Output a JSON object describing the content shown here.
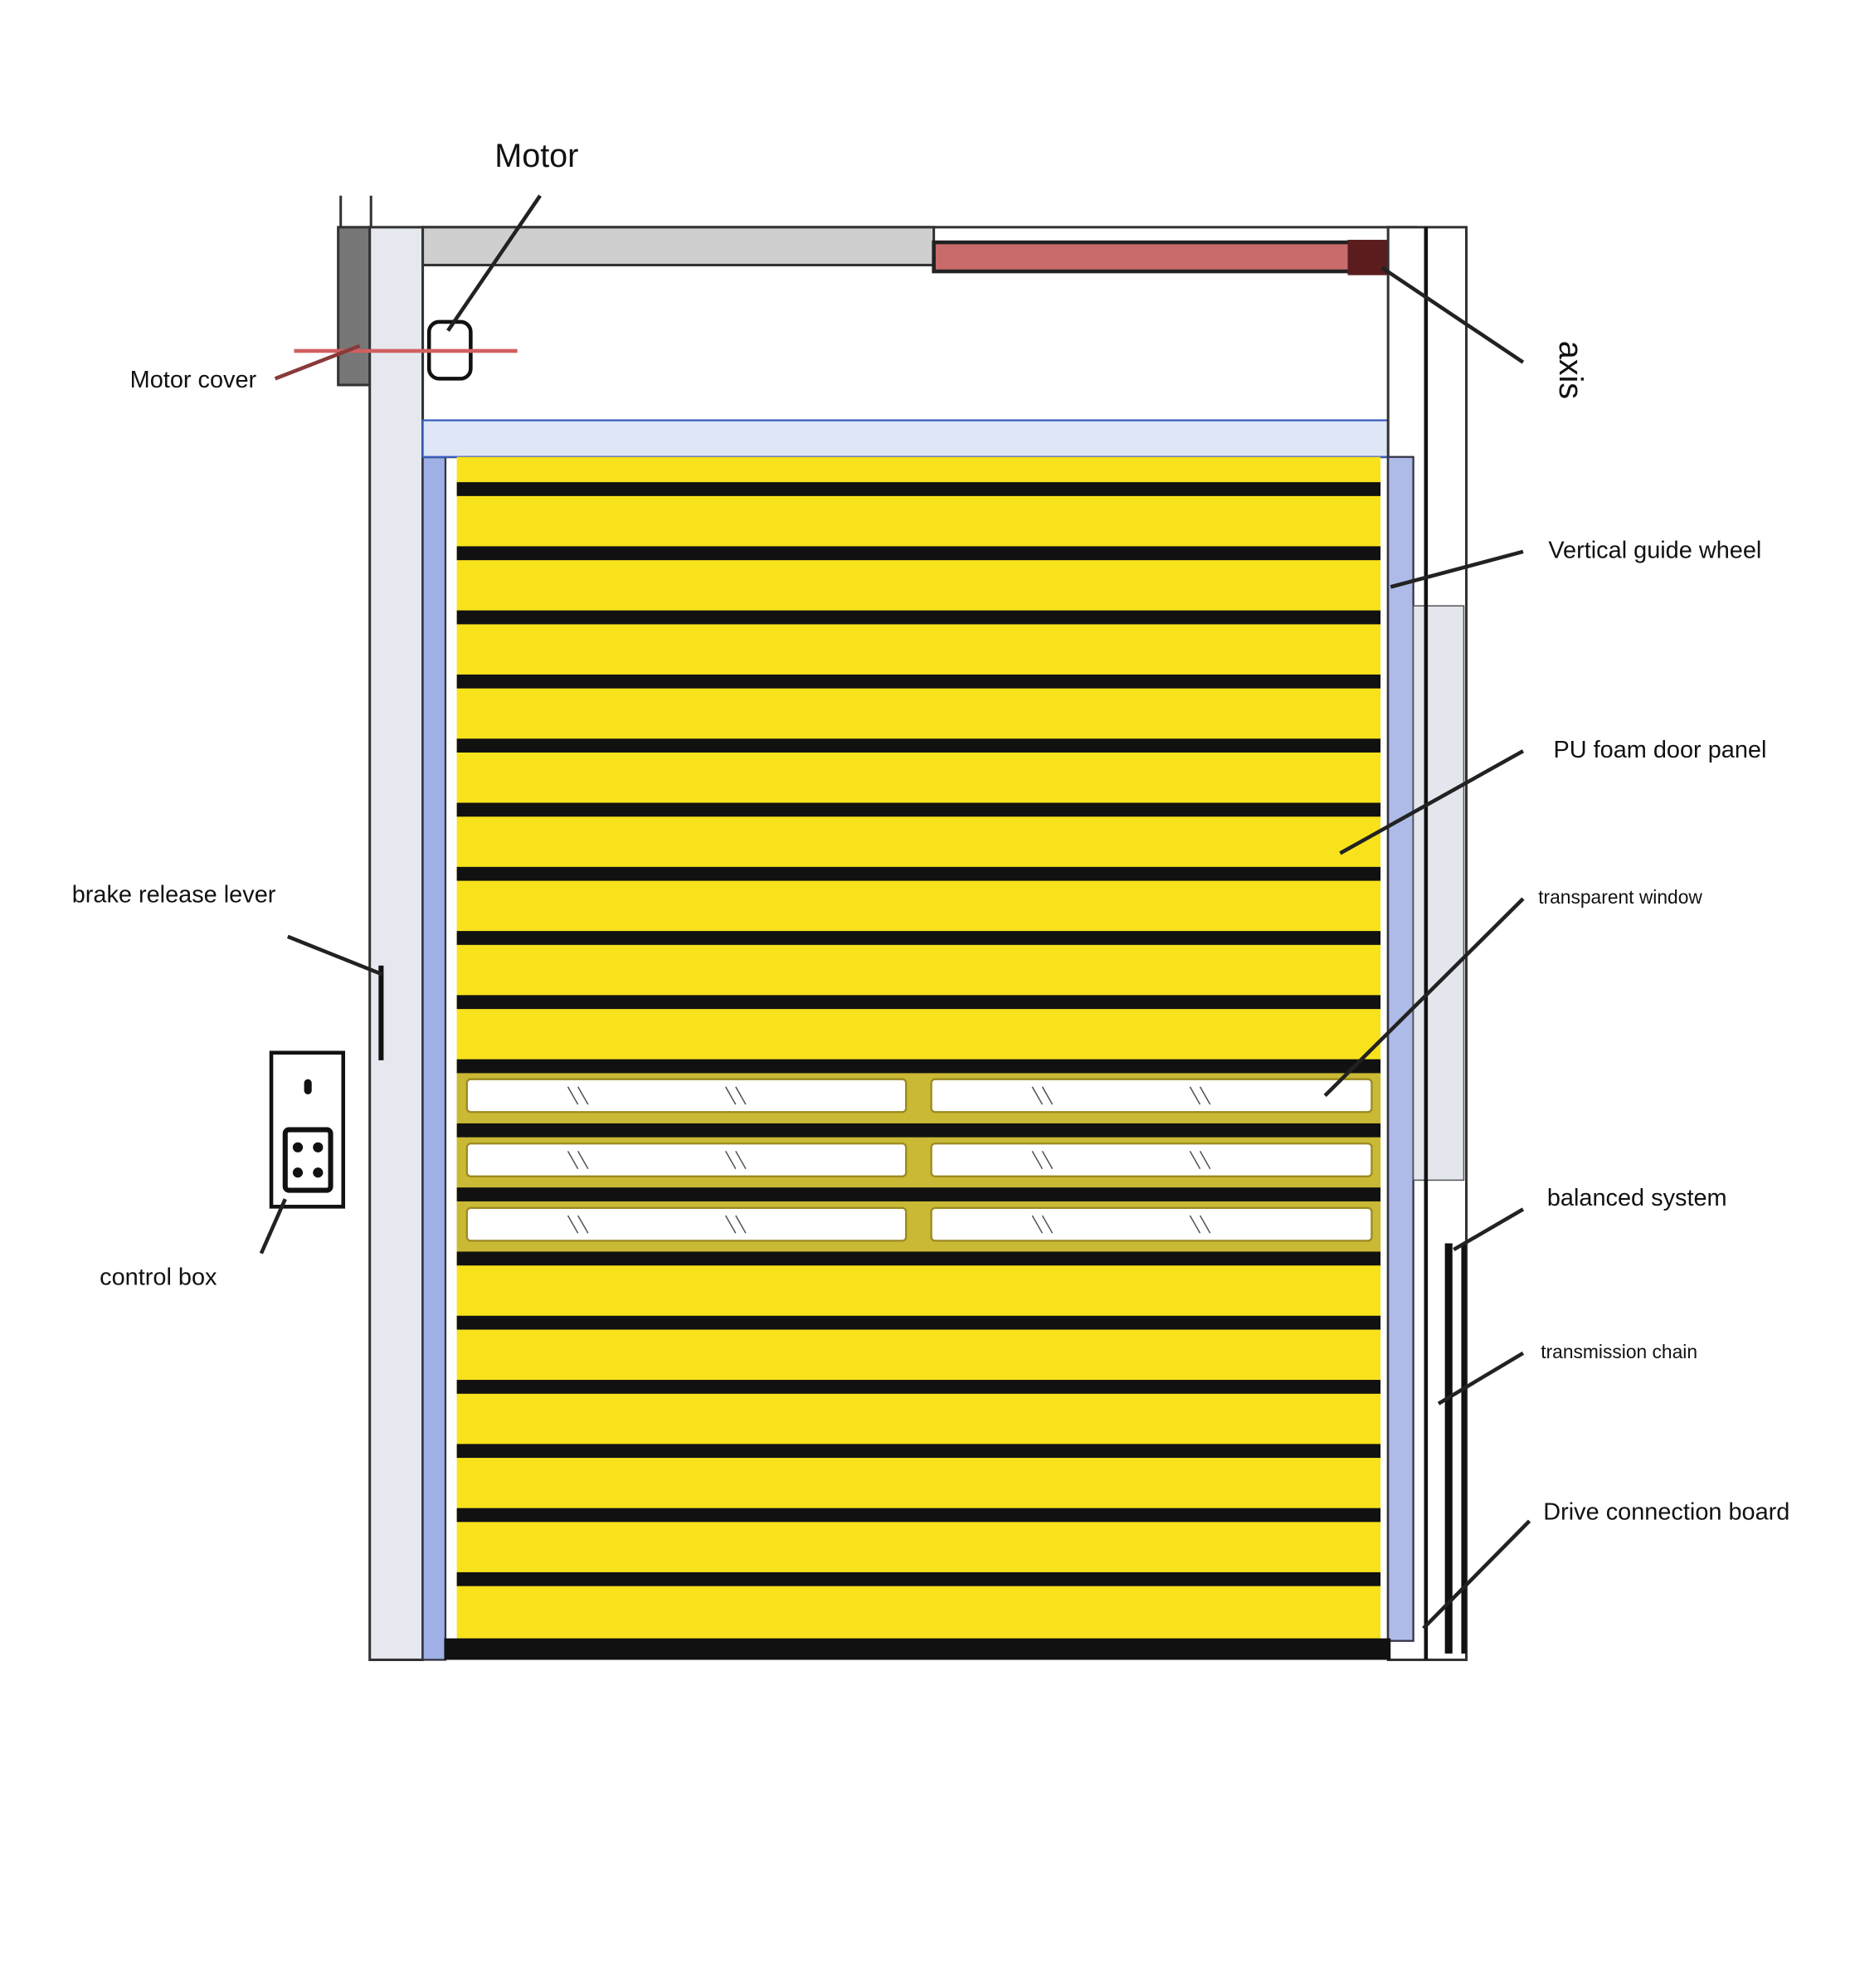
{
  "labels": {
    "motor": "Motor",
    "motor_cover": "Motor cover",
    "axis": "axis",
    "vertical_guide_wheel": "Vertical guide wheel",
    "pu_foam_door_panel": "PU foam door panel",
    "transparent_window": "transparent window",
    "brake_release_lever": "brake release lever",
    "control_box": "control box",
    "balanced_system": "balanced system",
    "transmission_chain": "transmission chain",
    "drive_connection_board": "Drive connection board"
  },
  "colors": {
    "panel_yellow": "#f8e21c",
    "stripe_black": "#111111",
    "frame_gray": "#e6e8ef",
    "side_blue": "#9fb0e6",
    "shaft_red": "#c96b6b",
    "window_frame": "#c9b934"
  }
}
